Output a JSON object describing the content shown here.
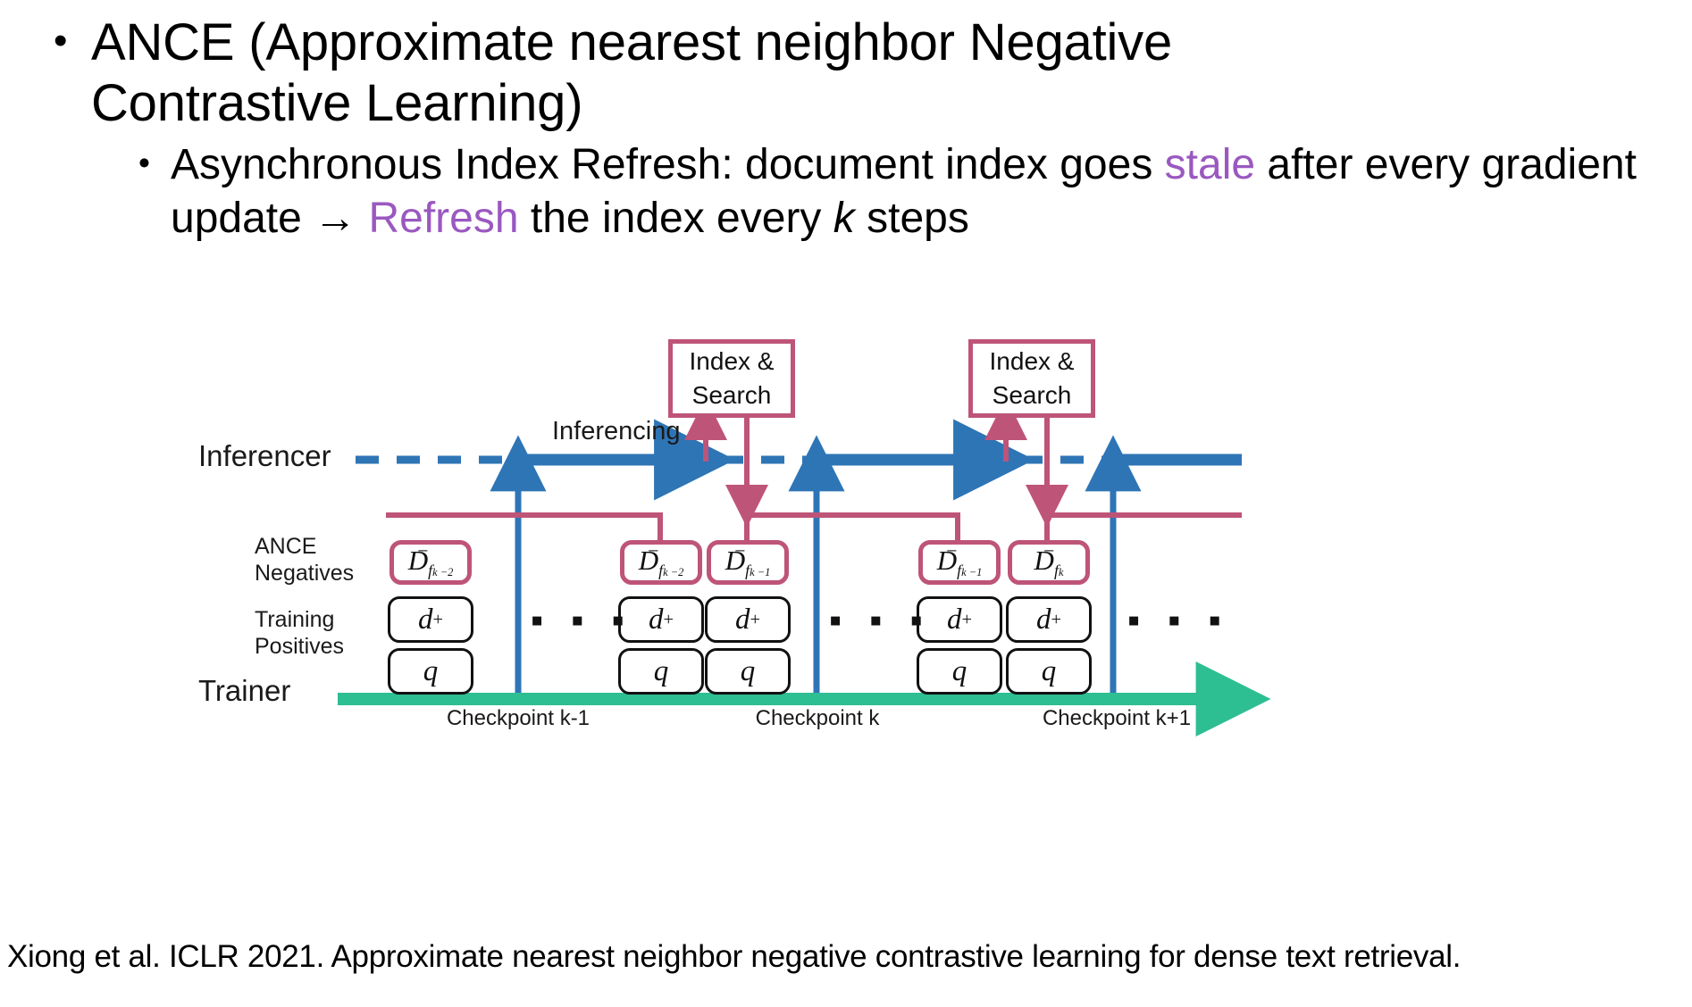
{
  "slide": {
    "bullet_level1": {
      "marker": "•",
      "text": "ANCE (Approximate nearest neighbor Negative Contrastive Learning)"
    },
    "bullet_level2": {
      "marker": "•",
      "part1": "Asynchronous Index Refresh: document index goes ",
      "accent1": "stale",
      "part2": " after every gradient update → ",
      "accent2": "Refresh",
      "part3": " the index every ",
      "italic": "k",
      "part4": " steps"
    },
    "caption": "Xiong et al. ICLR 2021. Approximate nearest neighbor negative contrastive learning for dense text retrieval."
  },
  "figure": {
    "labels": {
      "inferencer": "Inferencer",
      "trainer": "Trainer",
      "ance_negatives_line1": "ANCE",
      "ance_negatives_line2": "Negatives",
      "training_positives_line1": "Training",
      "training_positives_line2": "Positives",
      "inferencing": "Inferencing"
    },
    "index_search_boxes": [
      {
        "line1": "Index &",
        "line2": "Search"
      },
      {
        "line1": "Index &",
        "line2": "Search"
      }
    ],
    "checkpoints": [
      "Checkpoint k-1",
      "Checkpoint k",
      "Checkpoint k+1"
    ],
    "negative_boxes": [
      {
        "base": "D",
        "sup": "−",
        "sub_f": "f",
        "sub_idx": "k −2"
      },
      {
        "base": "D",
        "sup": "−",
        "sub_f": "f",
        "sub_idx": "k −2"
      },
      {
        "base": "D",
        "sup": "−",
        "sub_f": "f",
        "sub_idx": "k −1"
      },
      {
        "base": "D",
        "sup": "−",
        "sub_f": "f",
        "sub_idx": "k −1"
      },
      {
        "base": "D",
        "sup": "−",
        "sub_f": "f",
        "sub_idx": "k"
      }
    ],
    "positive_boxes": [
      "d",
      "d",
      "d",
      "d"
    ],
    "positive_sup": "+",
    "query_boxes": [
      "q",
      "q",
      "q",
      "q"
    ],
    "ellipsis": "▪ ▪ ▪",
    "colors": {
      "blue": "#2E75B6",
      "green": "#2DBE92",
      "crimson": "#BE5478",
      "accent_purple": "#9A58C0",
      "black": "#000000"
    }
  }
}
